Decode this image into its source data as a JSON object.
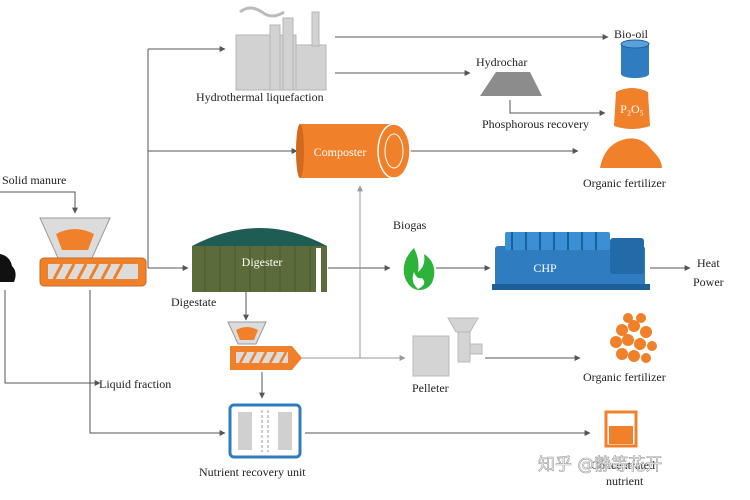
{
  "labels": {
    "solid_manure": "Solid manure",
    "hydrothermal_liquefaction": "Hydrothermal liquefaction",
    "bio_oil": "Bio-oil",
    "hydrochar": "Hydrochar",
    "phosphorous_recovery": "Phosphorous recovery",
    "composter": "Composter",
    "organic_fertilizer_top": "Organic fertilizer",
    "biogas": "Biogas",
    "digester": "Digester",
    "chp": "CHP",
    "heat": "Heat",
    "power": "Power",
    "digestate": "Digestate",
    "pelleter": "Pelleter",
    "organic_fertilizer_bottom": "Organic fertilizer",
    "liquid_fraction": "Liquid fraction",
    "nutrient_recovery_unit": "Nutrient recovery unit",
    "concentrated_nutrient_line1": "Concentrated",
    "concentrated_nutrient_line2": "nutrient",
    "p2o5": "P₂O₅"
  },
  "watermark": "知乎 @静等花开",
  "colors": {
    "orange": "#f0802a",
    "gray": "#d0d0d0",
    "dark_gray": "#8c8c8c",
    "blue": "#2f7dc0",
    "green": "#2db33a",
    "line": "#555555"
  }
}
